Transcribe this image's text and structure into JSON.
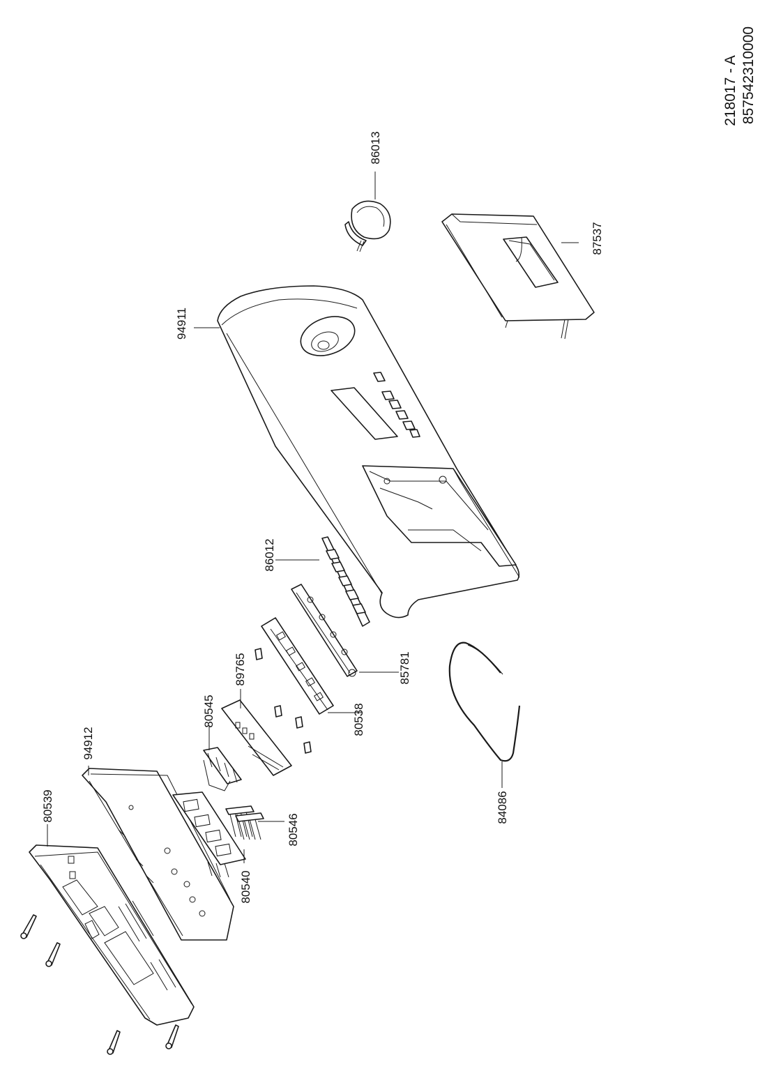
{
  "document": {
    "drawing_id": "218017 - A",
    "part_number": "857542310000"
  },
  "callouts": {
    "c86013": "86013",
    "c87537": "87537",
    "c94911": "94911",
    "c86012": "86012",
    "c85781": "85781",
    "c89765": "89765",
    "c80538": "80538",
    "c80545": "80545",
    "c94912": "94912",
    "c80539": "80539",
    "c80546": "80546",
    "c80540": "80540",
    "c84086": "84086"
  }
}
